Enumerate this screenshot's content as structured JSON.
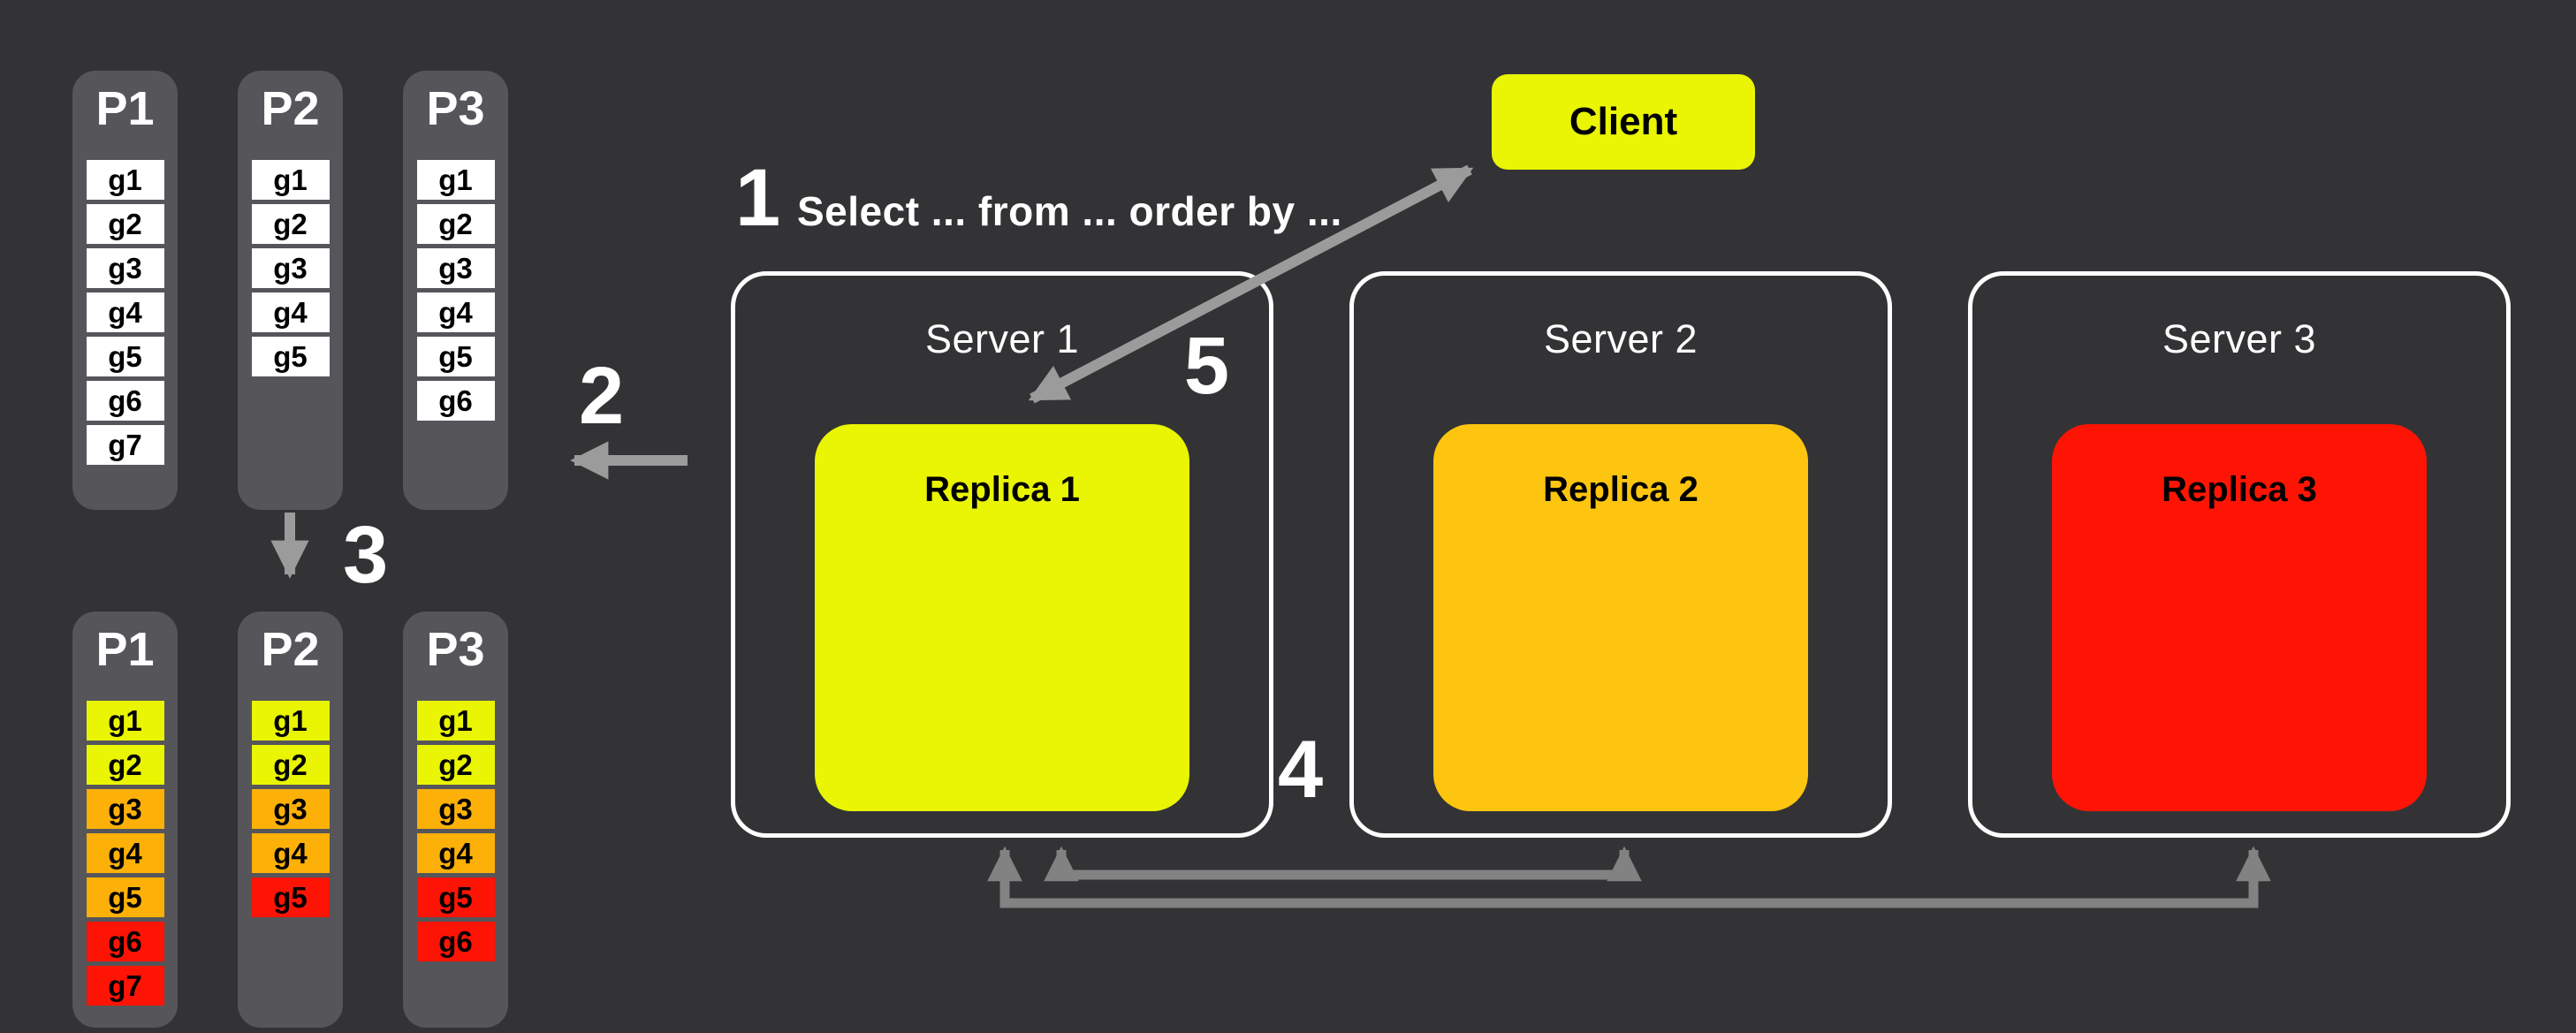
{
  "colors": {
    "bg": "#333336",
    "column_bg": "#55555a",
    "yellow": "#e9f502",
    "orange": "#fdc50f",
    "orange_cell": "#fcb008",
    "red": "#fe1405",
    "arrow_light": "#9b9b9b",
    "arrow_dark": "#828282",
    "white": "#ffffff",
    "black": "#000000"
  },
  "client": {
    "label": "Client"
  },
  "steps": {
    "step1": {
      "number": "1",
      "label": "Select ... from ... order by ..."
    },
    "step2": {
      "number": "2"
    },
    "step3": {
      "number": "3"
    },
    "step4": {
      "number": "4"
    },
    "step5": {
      "number": "5"
    }
  },
  "servers": [
    {
      "name": "Server 1",
      "replica": "Replica 1",
      "color": "#e9f502"
    },
    {
      "name": "Server 2",
      "replica": "Replica 2",
      "color": "#fdc50f"
    },
    {
      "name": "Server 3",
      "replica": "Replica 3",
      "color": "#fe1405"
    }
  ],
  "partitions_before": [
    {
      "name": "P1",
      "cells": [
        {
          "label": "g1",
          "color": "#ffffff"
        },
        {
          "label": "g2",
          "color": "#ffffff"
        },
        {
          "label": "g3",
          "color": "#ffffff"
        },
        {
          "label": "g4",
          "color": "#ffffff"
        },
        {
          "label": "g5",
          "color": "#ffffff"
        },
        {
          "label": "g6",
          "color": "#ffffff"
        },
        {
          "label": "g7",
          "color": "#ffffff"
        }
      ]
    },
    {
      "name": "P2",
      "cells": [
        {
          "label": "g1",
          "color": "#ffffff"
        },
        {
          "label": "g2",
          "color": "#ffffff"
        },
        {
          "label": "g3",
          "color": "#ffffff"
        },
        {
          "label": "g4",
          "color": "#ffffff"
        },
        {
          "label": "g5",
          "color": "#ffffff"
        }
      ]
    },
    {
      "name": "P3",
      "cells": [
        {
          "label": "g1",
          "color": "#ffffff"
        },
        {
          "label": "g2",
          "color": "#ffffff"
        },
        {
          "label": "g3",
          "color": "#ffffff"
        },
        {
          "label": "g4",
          "color": "#ffffff"
        },
        {
          "label": "g5",
          "color": "#ffffff"
        },
        {
          "label": "g6",
          "color": "#ffffff"
        }
      ]
    }
  ],
  "partitions_after": [
    {
      "name": "P1",
      "cells": [
        {
          "label": "g1",
          "color": "#e9f502"
        },
        {
          "label": "g2",
          "color": "#e9f502"
        },
        {
          "label": "g3",
          "color": "#fcb008"
        },
        {
          "label": "g4",
          "color": "#fcb008"
        },
        {
          "label": "g5",
          "color": "#fcb008"
        },
        {
          "label": "g6",
          "color": "#fe1405"
        },
        {
          "label": "g7",
          "color": "#fe1405"
        }
      ]
    },
    {
      "name": "P2",
      "cells": [
        {
          "label": "g1",
          "color": "#e9f502"
        },
        {
          "label": "g2",
          "color": "#e9f502"
        },
        {
          "label": "g3",
          "color": "#fcb008"
        },
        {
          "label": "g4",
          "color": "#fcb008"
        },
        {
          "label": "g5",
          "color": "#fe1405"
        }
      ]
    },
    {
      "name": "P3",
      "cells": [
        {
          "label": "g1",
          "color": "#e9f502"
        },
        {
          "label": "g2",
          "color": "#e9f502"
        },
        {
          "label": "g3",
          "color": "#fcb008"
        },
        {
          "label": "g4",
          "color": "#fcb008"
        },
        {
          "label": "g5",
          "color": "#fe1405"
        },
        {
          "label": "g6",
          "color": "#fe1405"
        }
      ]
    }
  ]
}
